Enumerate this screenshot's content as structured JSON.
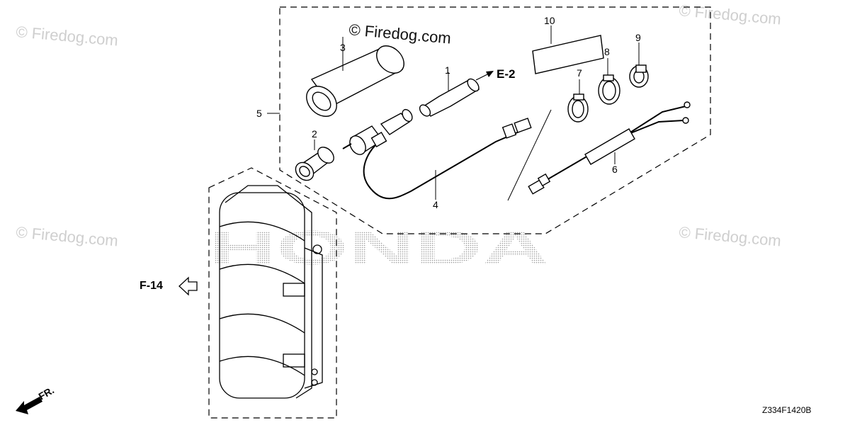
{
  "watermark": {
    "main": "© Firedog.com",
    "faint": "© Firedog.com",
    "brand": "HONDA"
  },
  "callouts": {
    "c1": "1",
    "c2": "2",
    "c3": "3",
    "c4": "4",
    "c5": "5",
    "c6": "6",
    "c7": "7",
    "c8": "8",
    "c9": "9",
    "c10": "10"
  },
  "references": {
    "e2": "E-2",
    "f14": "F-14",
    "front": "FR."
  },
  "diagram_code": "Z334F1420B",
  "colors": {
    "line": "#000000",
    "watermark": "#c8c8c8"
  }
}
